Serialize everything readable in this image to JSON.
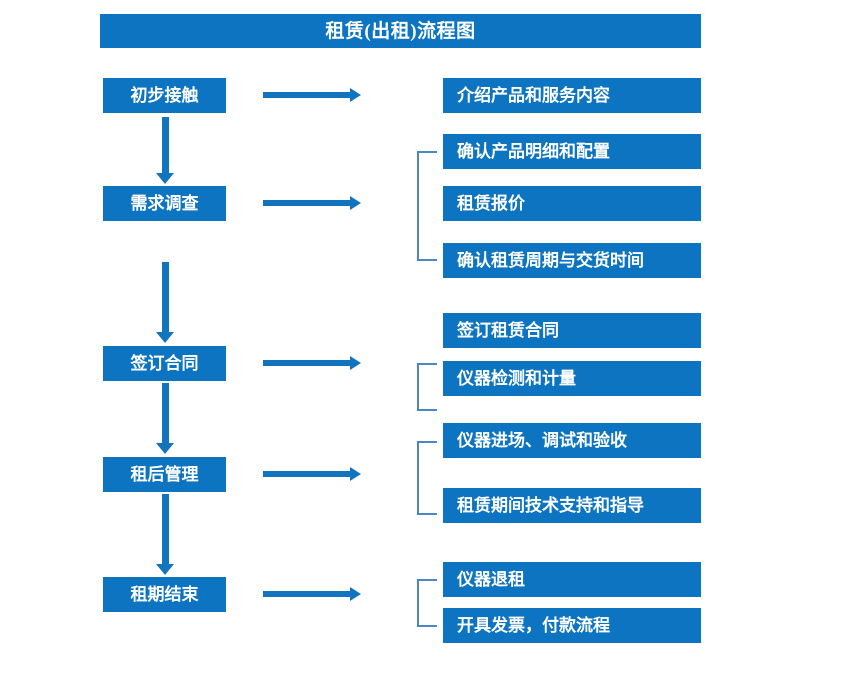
{
  "title": {
    "text": "租赁(出租)流程图"
  },
  "colors": {
    "box_blue": "#0c74c0",
    "arrow_blue": "#1274be",
    "bracket_blue": "#4a86c8",
    "text_white": "#ffffff",
    "background": "#ffffff"
  },
  "stages": [
    {
      "label": "初步接触"
    },
    {
      "label": "需求调查"
    },
    {
      "label": "签订合同"
    },
    {
      "label": "租后管理"
    },
    {
      "label": "租期结束"
    }
  ],
  "details": [
    {
      "label": "介绍产品和服务内容"
    },
    {
      "label": "确认产品明细和配置"
    },
    {
      "label": "租赁报价"
    },
    {
      "label": "确认租赁周期与交货时间"
    },
    {
      "label": "签订租赁合同"
    },
    {
      "label": "仪器检测和计量"
    },
    {
      "label": "仪器进场、调试和验收"
    },
    {
      "label": "租赁期间技术支持和指导"
    },
    {
      "label": "仪器退租"
    },
    {
      "label": "开具发票，付款流程"
    }
  ]
}
